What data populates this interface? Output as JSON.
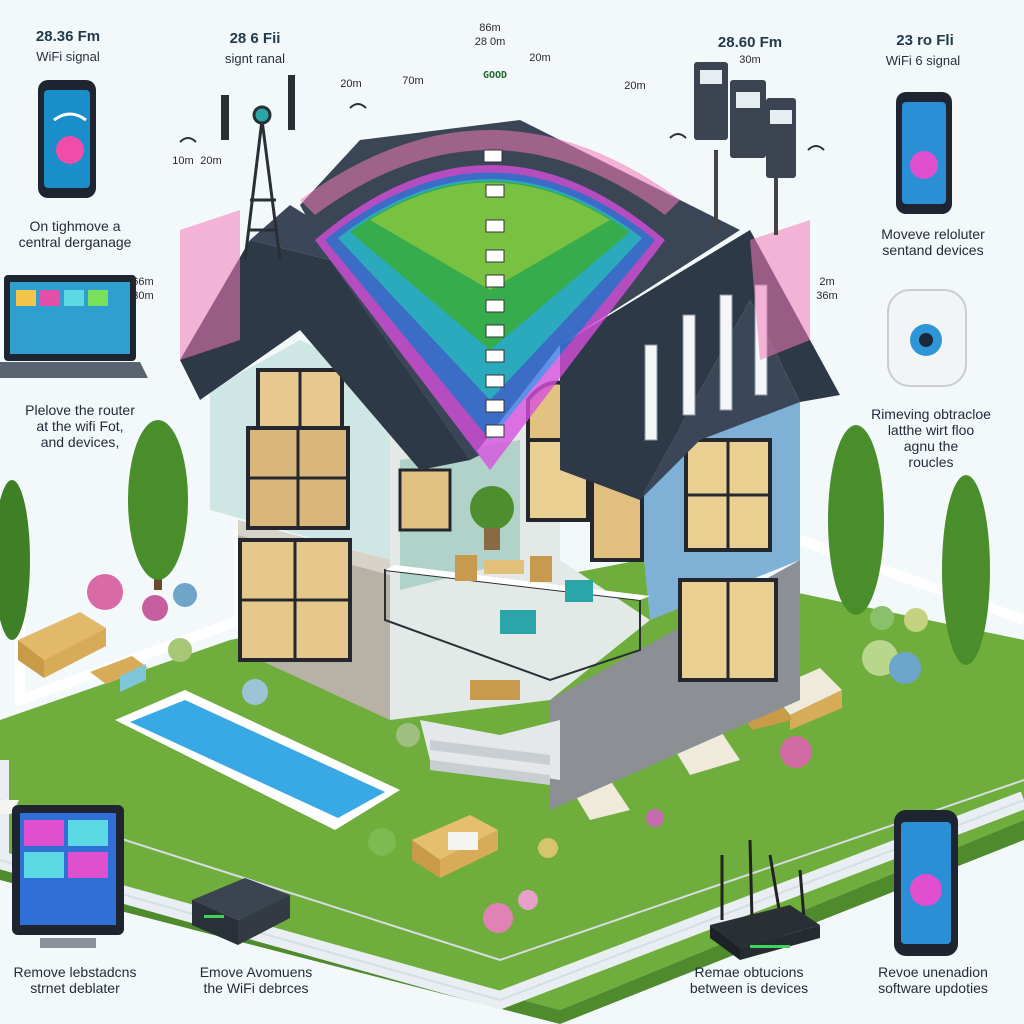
{
  "colors": {
    "background": "#f3f8fb",
    "grass": "#6fae3c",
    "roof": "#2e3947",
    "wall_light": "#cfe7e4",
    "wall_blue": "#7fb1d6",
    "pool": "#39a9e6",
    "signal_green": "#37c94a",
    "signal_cyan": "#26c7d9",
    "signal_blue": "#3c78e6",
    "signal_magenta": "#d84fe0",
    "signal_pink": "#f07ab8"
  },
  "top_labels": {
    "left": {
      "freq": "28.36 Fm",
      "caption": "WiFi signal"
    },
    "center_left": {
      "freq": "28 6 Fii",
      "caption": "signt ranal"
    },
    "center": {
      "freq": "86m",
      "dist": "28 0m"
    },
    "center_right": {
      "freq": "28.60 Fm",
      "dist": "30m"
    },
    "right": {
      "freq": "23 ro Fli",
      "caption": "WiFi 6 signal"
    }
  },
  "distance_marks": [
    "20m",
    "20m",
    "70m",
    "20m",
    "10m",
    "20m",
    "66m",
    "30m",
    "2m",
    "36m"
  ],
  "signal_band_label": "GOOD",
  "side_labels": {
    "left_phone": "On tighmove a\ncentral derganage",
    "left_laptop": "Plelove the router\nat the wifi Fot,\nand devices,",
    "right_phone": "Moveve reloluter\nsentand devices",
    "right_router": "Rimeving obtracloe\nlatthe wirt floo\nagnu the\nroucles"
  },
  "bottom_labels": {
    "tablet": "Remove lebstadcns\nstrnet deblater",
    "router_box": "Emove Avomuens\nthe WiFi debrces",
    "router_antenna": "Remae obtucions\nbetween is devices",
    "phone": "Revoe unenadion\nsoftware updoties"
  },
  "icons": [
    "phone-icon",
    "laptop-icon",
    "tablet-icon",
    "router-icon",
    "smart-speaker-icon",
    "cell-tower-icon",
    "wifi-icon",
    "tree-icon",
    "pool-icon",
    "sofa-icon",
    "fence-icon"
  ]
}
